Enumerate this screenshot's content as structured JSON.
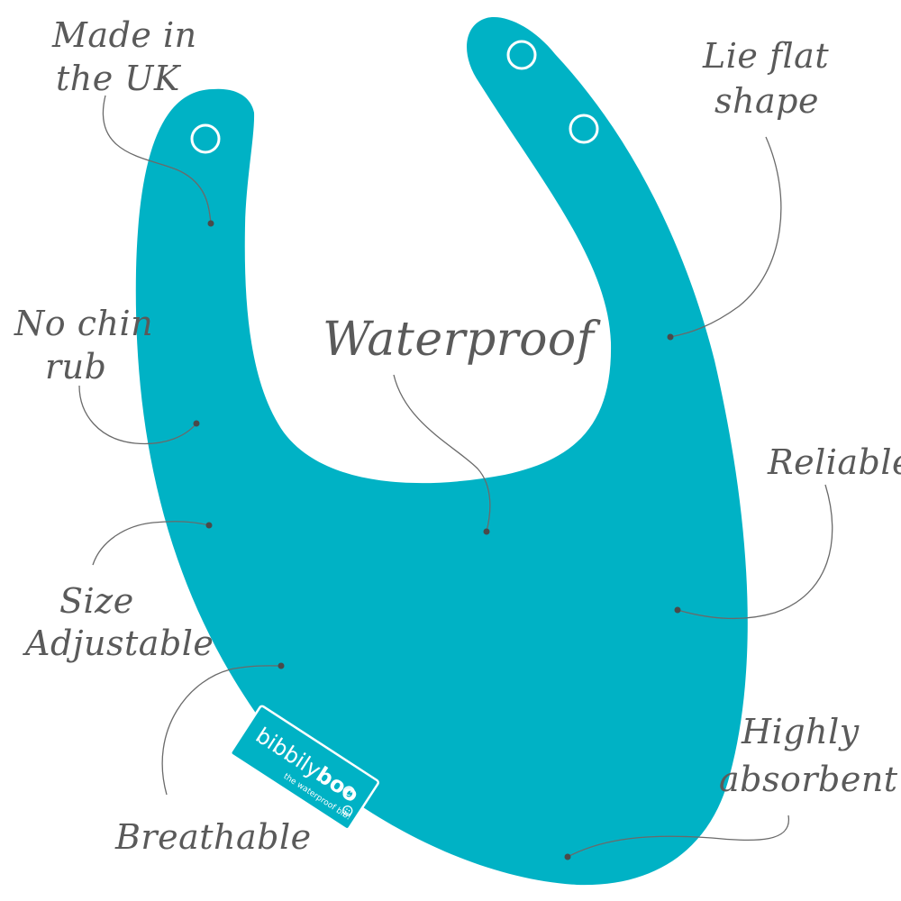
{
  "colors": {
    "bib": "#00b2c5",
    "text": "#5a5a5a",
    "leader": "#6a6a6a",
    "tag_border": "#ffffff"
  },
  "callouts": {
    "made_in_uk": {
      "line1": "Made in",
      "line2": "the UK"
    },
    "lie_flat": {
      "line1": "Lie flat",
      "line2": "shape"
    },
    "no_chin_rub": {
      "line1": "No chin",
      "line2": "rub"
    },
    "waterproof": {
      "label": "Waterproof"
    },
    "reliable": {
      "label": "Reliable"
    },
    "size_adjustable": {
      "line1": "Size",
      "line2": "Adjustable"
    },
    "highly_absorbent": {
      "line1": "Highly",
      "line2": "absorbent"
    },
    "breathable": {
      "label": "Breathable"
    }
  },
  "brand_tag": {
    "brand_part1": "bibbily",
    "brand_part2": "boo",
    "tagline": "the waterproof bib!"
  },
  "icons": {
    "snap_buttons": "snap-button-icon",
    "tag_faces": "smiley-face-icon"
  }
}
